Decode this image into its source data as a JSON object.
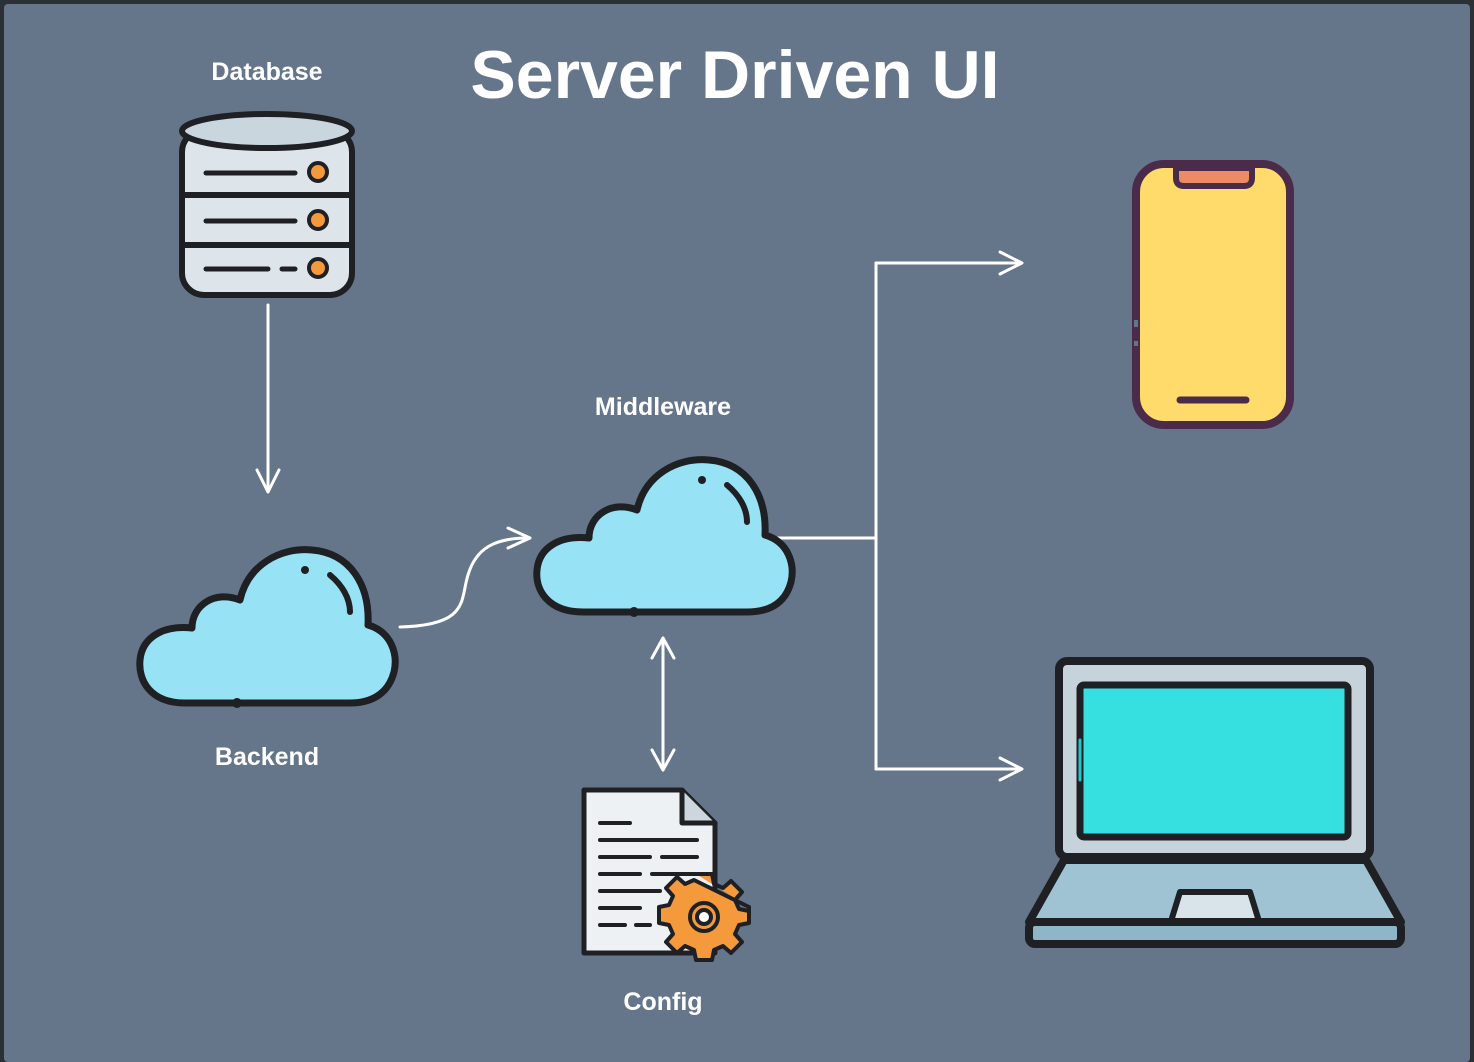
{
  "diagram": {
    "title": "Server Driven UI",
    "nodes": {
      "database": {
        "label": "Database",
        "icon": "database-server-icon"
      },
      "backend": {
        "label": "Backend",
        "icon": "cloud-icon"
      },
      "middleware": {
        "label": "Middleware",
        "icon": "cloud-icon"
      },
      "config": {
        "label": "Config",
        "icon": "config-file-gear-icon"
      },
      "mobile": {
        "label": "",
        "icon": "smartphone-icon"
      },
      "laptop": {
        "label": "",
        "icon": "laptop-icon"
      }
    },
    "edges": [
      {
        "from": "database",
        "to": "backend",
        "style": "straight-arrow"
      },
      {
        "from": "backend",
        "to": "middleware",
        "style": "curved-arrow"
      },
      {
        "from": "middleware",
        "to": "config",
        "style": "bidirectional-arrow"
      },
      {
        "from": "middleware",
        "to": "mobile",
        "style": "elbow-arrow"
      },
      {
        "from": "middleware",
        "to": "laptop",
        "style": "elbow-arrow"
      }
    ],
    "colors": {
      "background": "#66768a",
      "frame": "#2b2f36",
      "text": "#ffffff",
      "connector": "#ffffff",
      "cloud_fill": "#97e2f4",
      "outline": "#1f2024",
      "database_fill": "#dde5ea",
      "database_top": "#c9d6de",
      "accent_orange": "#f59a3c",
      "phone_fill": "#ffdb6b",
      "phone_outline": "#4a2b4a",
      "phone_speaker": "#ef8a66",
      "laptop_screen": "#36e0e0",
      "laptop_body": "#9fc3d3"
    }
  }
}
